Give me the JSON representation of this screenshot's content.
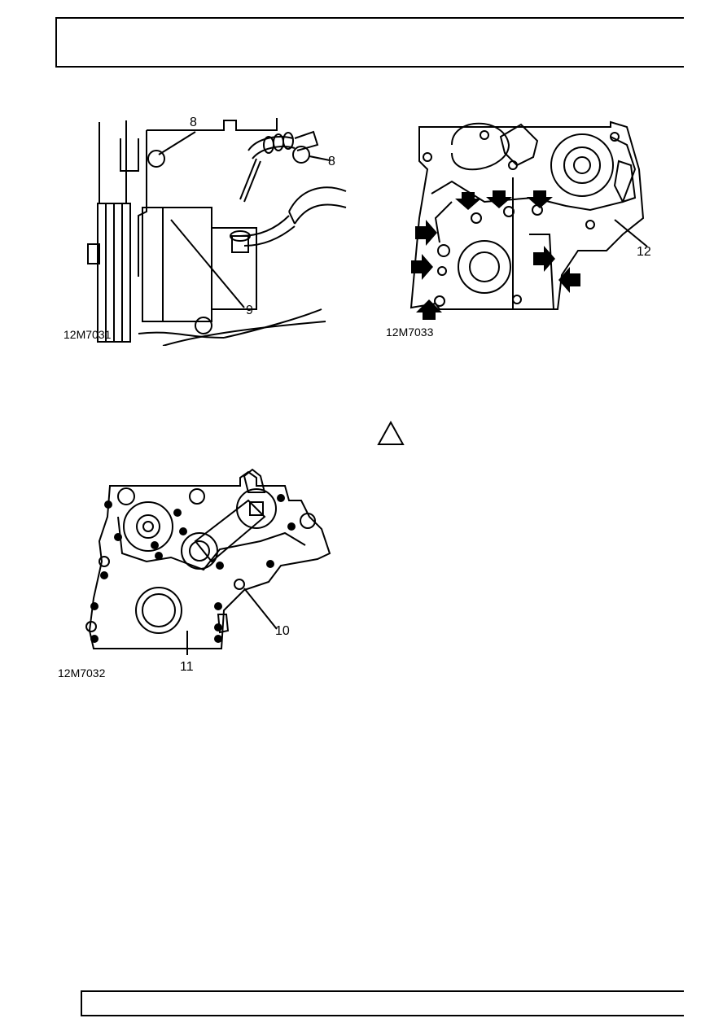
{
  "figures": [
    {
      "ref": "12M7031",
      "callouts": [
        "8",
        "8",
        "9"
      ]
    },
    {
      "ref": "12M7032",
      "callouts": [
        "10",
        "11"
      ]
    },
    {
      "ref": "12M7033",
      "callouts": [
        "12"
      ]
    }
  ],
  "caution_icon": "caution-triangle-icon"
}
